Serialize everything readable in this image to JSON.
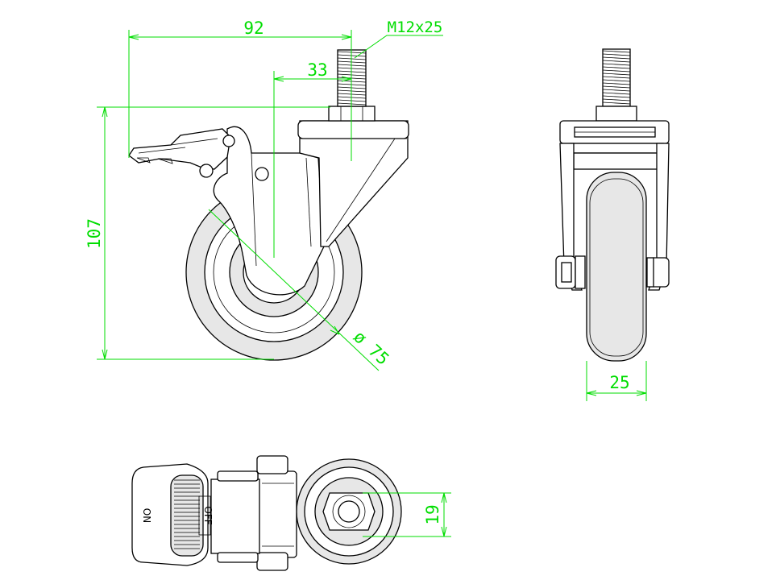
{
  "dimensions": {
    "width_overall": "92",
    "stem_offset": "33",
    "thread_spec": "M12x25",
    "height_overall": "107",
    "wheel_diameter": "ø 75",
    "wheel_width": "25",
    "hex_size": "19"
  },
  "brake_labels": {
    "on": "ON",
    "off": "OFF"
  },
  "colors": {
    "dimension_lines": "#00dd00",
    "outline": "#000000",
    "tire_fill": "#e7e7e7"
  }
}
